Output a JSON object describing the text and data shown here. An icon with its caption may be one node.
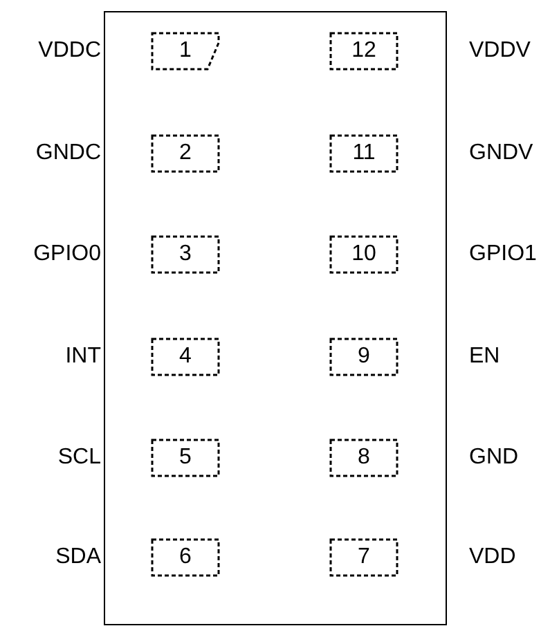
{
  "diagram": {
    "nodes": [
      {
        "text": [],
        "shape": "box"
      },
      {
        "text": [
          "1"
        ],
        "in": 0,
        "beside": [
          "VDDC"
        ]
      },
      {
        "text": [
          "12"
        ],
        "in": 0,
        "beside": [
          "VDDV"
        ]
      },
      {
        "text": [
          "2"
        ],
        "in": 0,
        "beside": [
          "GNDC"
        ]
      },
      {
        "text": [
          "11"
        ],
        "in": 0,
        "beside": [
          "GNDV"
        ]
      },
      {
        "text": [
          "3"
        ],
        "in": 0,
        "beside": [
          "GPIO0"
        ]
      },
      {
        "text": [
          "10"
        ],
        "in": 0,
        "beside": [
          "GPIO1"
        ]
      },
      {
        "text": [
          "4"
        ],
        "in": 0,
        "beside": [
          "INT"
        ]
      },
      {
        "text": [
          "9"
        ],
        "in": 0,
        "beside": [
          "EN"
        ]
      },
      {
        "text": [
          "5"
        ],
        "in": 0,
        "beside": [
          "SCL"
        ]
      },
      {
        "text": [
          "8"
        ],
        "in": 0,
        "beside": [
          "GND"
        ]
      },
      {
        "text": [
          "6"
        ],
        "in": 0,
        "beside": [
          "SDA"
        ]
      },
      {
        "text": [
          "7"
        ],
        "in": 0,
        "beside": [
          "VDD"
        ]
      }
    ]
  }
}
